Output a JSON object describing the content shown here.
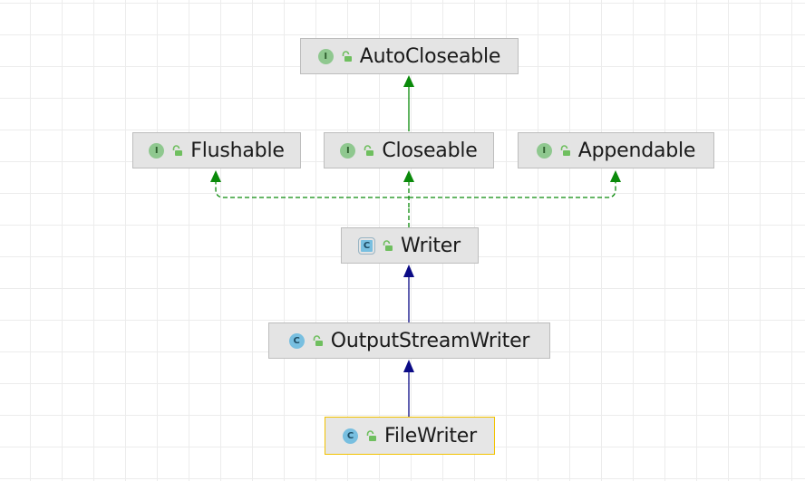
{
  "nodes": [
    {
      "id": "autocloseable",
      "label": "AutoCloseable",
      "kind": "I"
    },
    {
      "id": "flushable",
      "label": "Flushable",
      "kind": "I"
    },
    {
      "id": "closeable",
      "label": "Closeable",
      "kind": "I"
    },
    {
      "id": "appendable",
      "label": "Appendable",
      "kind": "I"
    },
    {
      "id": "writer",
      "label": "Writer",
      "kind": "C"
    },
    {
      "id": "outputstreamwriter",
      "label": "OutputStreamWriter",
      "kind": "C"
    },
    {
      "id": "filewriter",
      "label": "FileWriter",
      "kind": "C"
    }
  ],
  "edges": [
    {
      "from": "closeable",
      "to": "autocloseable",
      "type": "extends-interface"
    },
    {
      "from": "writer",
      "to": "flushable",
      "type": "implements"
    },
    {
      "from": "writer",
      "to": "closeable",
      "type": "implements"
    },
    {
      "from": "writer",
      "to": "appendable",
      "type": "implements"
    },
    {
      "from": "outputstreamwriter",
      "to": "writer",
      "type": "extends"
    },
    {
      "from": "filewriter",
      "to": "outputstreamwriter",
      "type": "extends"
    }
  ],
  "selected": "filewriter",
  "colors": {
    "interface_edge": "#0a8a0a",
    "class_edge": "#0b0b86",
    "selected_border": "#f2c200",
    "node_fill": "#e4e4e4"
  },
  "icons": {
    "interface_badge": "interface-badge-icon",
    "class_badge": "class-badge-icon",
    "abstract_class_badge": "abstract-class-badge-icon",
    "visibility": "unlock-icon"
  }
}
